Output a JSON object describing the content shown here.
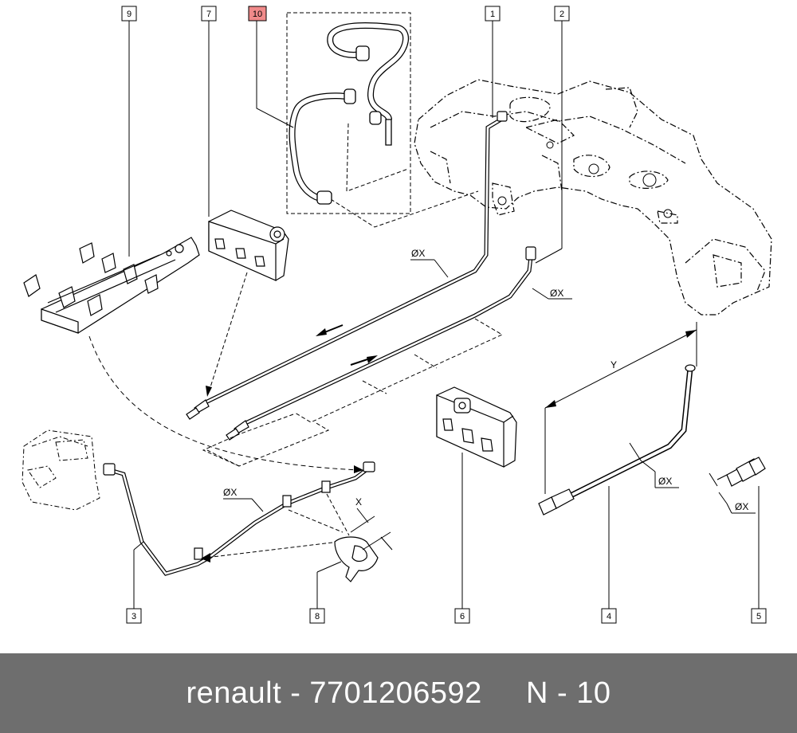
{
  "callouts": {
    "c1": "1",
    "c2": "2",
    "c3": "3",
    "c4": "4",
    "c5": "5",
    "c6": "6",
    "c7": "7",
    "c8": "8",
    "c9": "9",
    "c10": "10"
  },
  "dimensions": {
    "dia_pipe1": "ØX",
    "dia_pipe2": "ØX",
    "dia_pipe3": "ØX",
    "dia_pipe4": "ØX",
    "dia_union5": "ØX",
    "length_y": "Y",
    "clip_x": "X"
  },
  "colors": {
    "highlight": "#f08a8a",
    "footer_bg": "#6e6e6e",
    "footer_text": "#ffffff"
  },
  "footer": {
    "text": "renault - 7701206592     N - 10"
  }
}
